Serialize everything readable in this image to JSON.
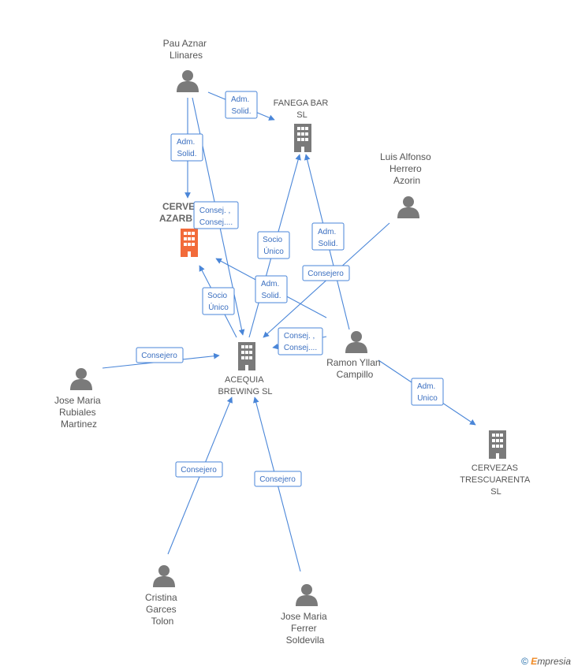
{
  "people": [
    {
      "id": "pau",
      "lines": [
        "Pau Aznar",
        "Llinares"
      ]
    },
    {
      "id": "luis",
      "lines": [
        "Luis Alfonso",
        "Herrero",
        "Azorin"
      ]
    },
    {
      "id": "ramon",
      "lines": [
        "Ramon Yllan",
        "Campillo"
      ]
    },
    {
      "id": "rubiales",
      "lines": [
        "Jose Maria",
        "Rubiales",
        "Martinez"
      ]
    },
    {
      "id": "cristina",
      "lines": [
        "Cristina",
        "Garces",
        "Tolon"
      ]
    },
    {
      "id": "ferrer",
      "lines": [
        "Jose Maria",
        "Ferrer",
        "Soldevila"
      ]
    }
  ],
  "companies": [
    {
      "id": "fanega",
      "lines": [
        "FANEGA BAR",
        "SL"
      ],
      "main": false
    },
    {
      "id": "azarbe",
      "lines": [
        "CERVE",
        "AZARB"
      ],
      "main": true
    },
    {
      "id": "acequia",
      "lines": [
        "ACEQUIA",
        "BREWING  SL"
      ],
      "main": false
    },
    {
      "id": "trescuarenta",
      "lines": [
        "CERVEZAS",
        "TRESCUARENTA",
        "SL"
      ],
      "main": false
    }
  ],
  "edges": [
    {
      "id": "pau-fanega",
      "lines": [
        "Adm.",
        "Solid."
      ]
    },
    {
      "id": "pau-azarbe",
      "lines": [
        "Adm.",
        "Solid."
      ]
    },
    {
      "id": "pau-acequia",
      "lines": [
        "Consej. ,",
        "Consej...."
      ]
    },
    {
      "id": "acequia-fanega",
      "lines": [
        "Socio",
        "Único"
      ]
    },
    {
      "id": "ramon-fanega",
      "lines": [
        "Adm.",
        "Solid."
      ]
    },
    {
      "id": "luis-acequia",
      "lines": [
        "Consejero"
      ]
    },
    {
      "id": "ramon-azarbe",
      "lines": [
        "Adm.",
        "Solid."
      ]
    },
    {
      "id": "acequia-azarbe",
      "lines": [
        "Socio",
        "Único"
      ]
    },
    {
      "id": "ramon-acequia",
      "lines": [
        "Consej. ,",
        "Consej...."
      ]
    },
    {
      "id": "rubiales-acequia",
      "lines": [
        "Consejero"
      ]
    },
    {
      "id": "ramon-trescuarenta",
      "lines": [
        "Adm.",
        "Unico"
      ]
    },
    {
      "id": "cristina-acequia",
      "lines": [
        "Consejero"
      ]
    },
    {
      "id": "ferrer-acequia",
      "lines": [
        "Consejero"
      ]
    }
  ],
  "colors": {
    "edge": "#4a86d8",
    "person": "#7a7a7a",
    "company": "#7a7a7a",
    "main_company": "#f26b3a"
  },
  "brand": {
    "symbol": "©",
    "e": "E",
    "rest": "mpresia"
  }
}
